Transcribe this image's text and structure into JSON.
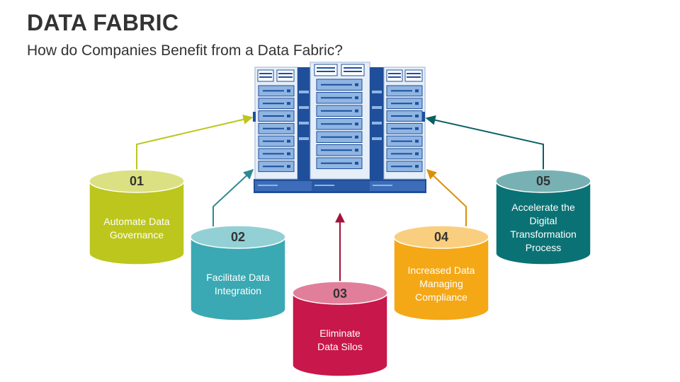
{
  "header": {
    "title": "DATA FABRIC",
    "subtitle": "How do Companies Benefit from a Data Fabric?"
  },
  "colors": {
    "item1": "#bdc61d",
    "item2": "#3aa9b3",
    "item3": "#c8174a",
    "item4": "#f4a816",
    "item5": "#0a7274",
    "server_dark": "#1f4f9a",
    "server_light": "#8fb5e3"
  },
  "items": [
    {
      "number": "01",
      "lines": [
        "Automate Data",
        "Governance"
      ]
    },
    {
      "number": "02",
      "lines": [
        "Facilitate Data",
        "Integration"
      ]
    },
    {
      "number": "03",
      "lines": [
        "Eliminate",
        "Data Silos"
      ]
    },
    {
      "number": "04",
      "lines": [
        "Increased Data",
        "Managing",
        "Compliance"
      ]
    },
    {
      "number": "05",
      "lines": [
        "Accelerate the",
        "Digital",
        "Transformation",
        "Process"
      ]
    }
  ],
  "icons": {
    "server": "server-rack-icon",
    "arrow": "arrow-icon"
  }
}
